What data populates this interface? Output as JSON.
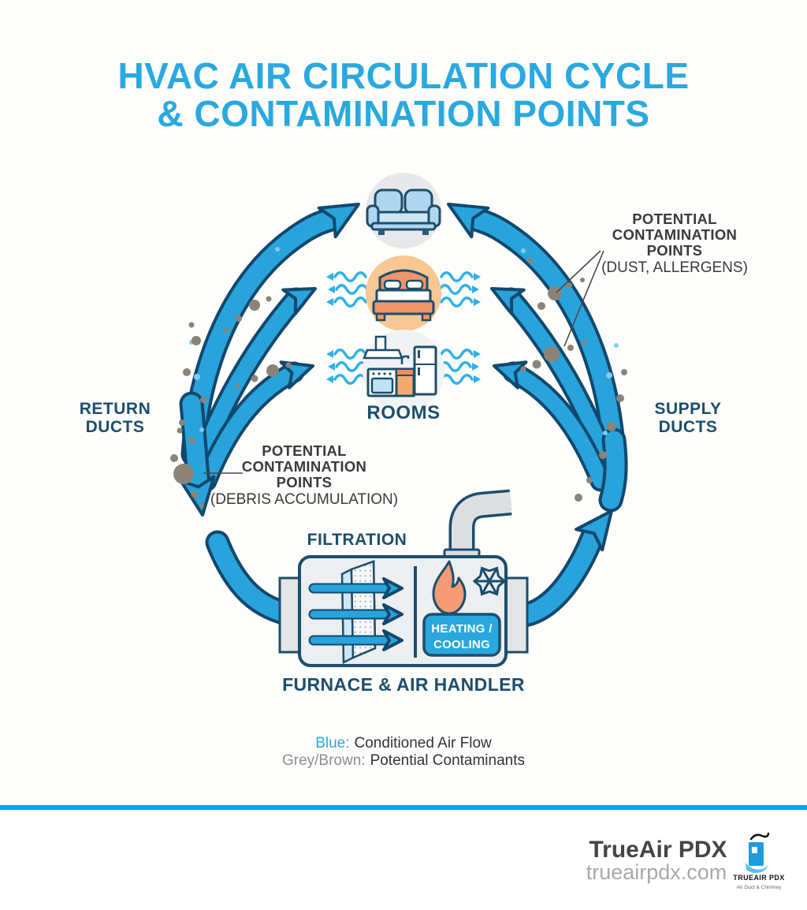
{
  "title": {
    "line1": "HVAC AIR CIRCULATION CYCLE",
    "line2": "& CONTAMINATION POINTS"
  },
  "labels": {
    "return_ducts_line1": "RETURN",
    "return_ducts_line2": "DUCTS",
    "supply_ducts_line1": "SUPPLY",
    "supply_ducts_line2": "DUCTS",
    "rooms": "ROOMS",
    "filtration": "FILTRATION",
    "furnace": "FURNACE & AIR HANDLER"
  },
  "contamination_right": {
    "line1": "POTENTIAL",
    "line2": "CONTAMINATION",
    "line3": "POINTS",
    "line4": "(DUST, ALLERGENS)"
  },
  "contamination_left": {
    "line1": "POTENTIAL",
    "line2": "CONTAMINATION",
    "line3": "POINTS",
    "line4": "(DEBRIS ACCUMULATION)"
  },
  "heating_cooling": {
    "line1": "HEATING /",
    "line2": "COOLING"
  },
  "legend": {
    "blue_label": "Blue:",
    "blue_text": "Conditioned Air Flow",
    "grey_label": "Grey/Brown:",
    "grey_text": "Potential Contaminants"
  },
  "footer": {
    "brand": "TrueAir PDX",
    "website": "trueairpdx.com",
    "logo_name": "TRUEAIR PDX",
    "logo_tagline": "Air Duct & Chimney"
  },
  "colors": {
    "title_blue": "#29a9e0",
    "arrow_blue": "#29a3db",
    "arrow_outline": "#12486e",
    "navy": "#1d4e6b",
    "wave_blue": "#2fb0e6",
    "contaminant_grey": "#8c8377",
    "dark_text": "#3a3a3a",
    "bed_circle_peach": "#f8c793",
    "sofa_circle_grey": "#e7e8ea",
    "room_circle_light": "#f1f2f3",
    "accent_orange": "#f0956a",
    "light_blue_fill": "#aed6ee",
    "furnace_grey": "#eceef0",
    "badge_blue": "#2aa7dd",
    "divider_blue": "#0aa2e6",
    "brand_dark": "#454545",
    "brand_light": "#a9a9a9",
    "logo_blue": "#1f9cdb"
  }
}
